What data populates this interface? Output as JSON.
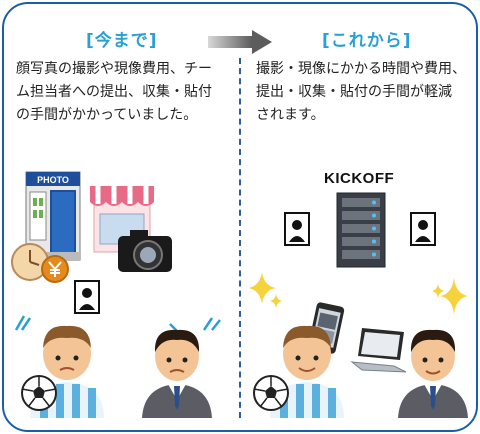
{
  "left": {
    "heading": "[今まで]",
    "lines": [
      "顔写真の撮影や現像費用、チー",
      "ム担当者への提出、収集・貼付",
      "の手間がかかっていました。"
    ]
  },
  "right": {
    "heading": "[これから]",
    "lines": [
      "撮影・現像にかかる時間や費用、",
      "提出・収集・貼付の手間が軽減",
      "されます。"
    ]
  },
  "booth_label": "PHOTO",
  "server_label": "KICKOFF",
  "colors": {
    "accent": "#2a9fd6",
    "border": "#1b5ea8",
    "arrow": "#666666"
  },
  "icons": [
    "arrow-right-icon",
    "photo-booth-icon",
    "clock-icon",
    "yen-coin-icon",
    "shop-icon",
    "camera-icon",
    "id-photo-icon",
    "server-icon",
    "smartphone-icon",
    "laptop-icon",
    "sparkle-icon",
    "soccer-ball-icon",
    "player-icon",
    "staff-icon"
  ]
}
